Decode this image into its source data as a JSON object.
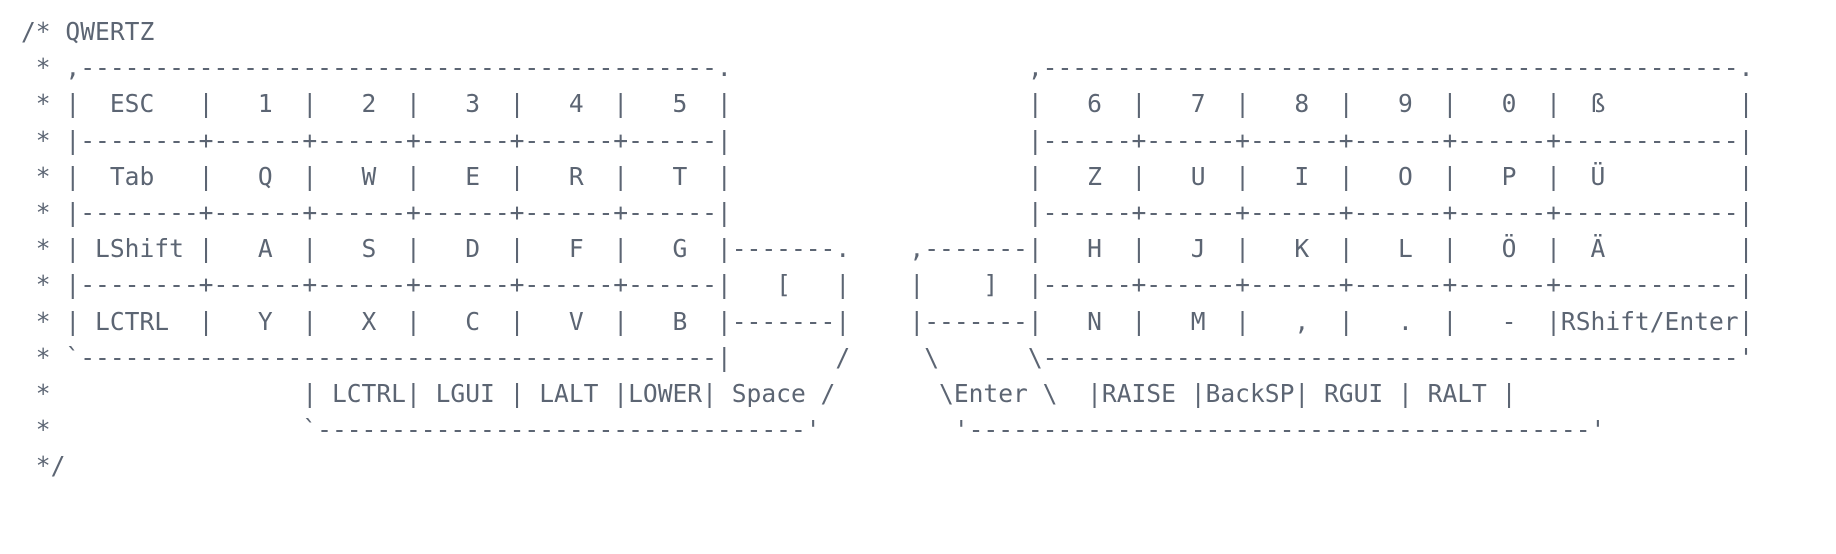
{
  "comment_language": "QWERTZ",
  "colors": {
    "text": "#5c6573",
    "background": "#ffffff"
  },
  "keyboard": {
    "layout_name": "QWERTZ",
    "left_rows": [
      [
        "ESC",
        "1",
        "2",
        "3",
        "4",
        "5"
      ],
      [
        "Tab",
        "Q",
        "W",
        "E",
        "R",
        "T"
      ],
      [
        "LShift",
        "A",
        "S",
        "D",
        "F",
        "G"
      ],
      [
        "LCTRL",
        "Y",
        "X",
        "C",
        "V",
        "B"
      ]
    ],
    "right_rows": [
      [
        "6",
        "7",
        "8",
        "9",
        "0",
        "ß"
      ],
      [
        "Z",
        "U",
        "I",
        "O",
        "P",
        "Ü"
      ],
      [
        "H",
        "J",
        "K",
        "L",
        "Ö",
        "Ä"
      ],
      [
        "N",
        "M",
        ",",
        ".",
        "-",
        "RShift/Enter"
      ]
    ],
    "inner_keys": [
      "[",
      "]"
    ],
    "thumb_left": [
      "LCTRL",
      "LGUI",
      "LALT",
      "LOWER",
      "Space"
    ],
    "thumb_right": [
      "Enter",
      "RAISE",
      "BackSP",
      "RGUI",
      "RALT"
    ]
  },
  "ascii": {
    "lines": [
      "/* QWERTZ",
      " * ,-------------------------------------------.                    ,-----------------------------------------------.",
      " * |  ESC   |   1  |   2  |   3  |   4  |   5  |                    |   6  |   7  |   8  |   9  |   0  |  ß         |",
      " * |--------+------+------+------+------+------|                    |------+------+------+------+------+------------|",
      " * |  Tab   |   Q  |   W  |   E  |   R  |   T  |                    |   Z  |   U  |   I  |   O  |   P  |  Ü         |",
      " * |--------+------+------+------+------+------|                    |------+------+------+------+------+------------|",
      " * | LShift |   A  |   S  |   D  |   F  |   G  |-------.    ,-------|   H  |   J  |   K  |   L  |   Ö  |  Ä         |",
      " * |--------+------+------+------+------+------|   [   |    |    ]  |------+------+------+------+------+------------|",
      " * | LCTRL  |   Y  |   X  |   C  |   V  |   B  |-------|    |-------|   N  |   M  |   ,  |   .  |   -  |RShift/Enter|",
      " * `-------------------------------------------|       /     \\      \\-----------------------------------------------'",
      " *                 | LCTRL| LGUI | LALT |LOWER| Space /       \\Enter \\  |RAISE |BackSP| RGUI | RALT |",
      " *                 `---------------------------------'         '------------------------------------------'",
      " */"
    ]
  }
}
